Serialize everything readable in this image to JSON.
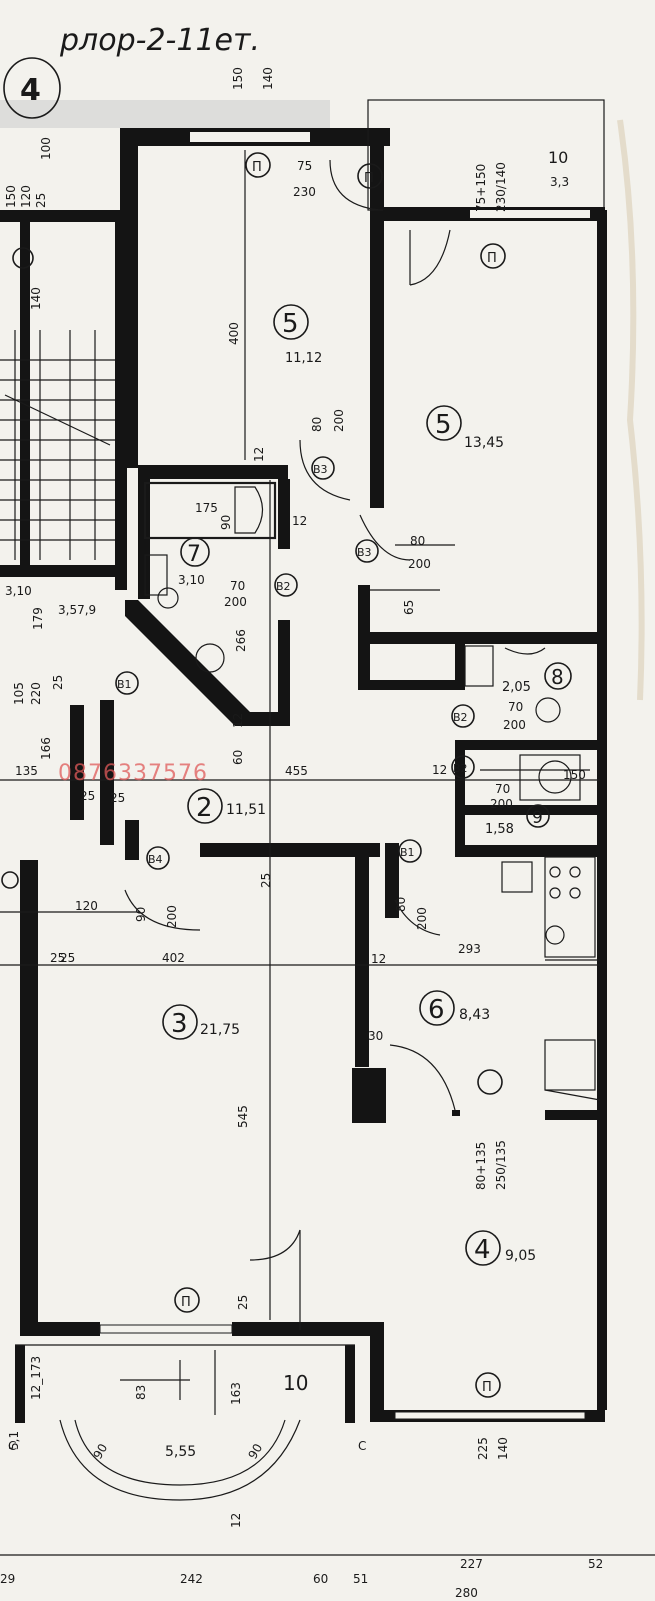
{
  "header": {
    "handwritten": "рлор-2-11ет.",
    "sheet_number": "4"
  },
  "watermark": "0876337576",
  "rooms": [
    {
      "id": "5",
      "area": "11,12"
    },
    {
      "id": "5",
      "area": "13,45"
    },
    {
      "id": "7",
      "area": "3,10"
    },
    {
      "id": "8",
      "area": "2,05"
    },
    {
      "id": "9",
      "area": "1,58"
    },
    {
      "id": "2",
      "area": "11,51"
    },
    {
      "id": "3",
      "area": "21,75"
    },
    {
      "id": "6",
      "area": "8,43"
    },
    {
      "id": "4",
      "area": "9,05"
    },
    {
      "id": "10",
      "area": "3,3"
    },
    {
      "id": "10",
      "area": "5,55"
    }
  ],
  "dimensions": {
    "window_top_a": "150",
    "window_top_b": "140",
    "door_balcony_a": "75",
    "door_balcony_b": "230",
    "door_r5b_a": "75+150",
    "door_r5b_b": "230/140",
    "d400": "400",
    "d12a": "12",
    "d80a": "80",
    "d200a": "200",
    "d12b": "12",
    "bath_len": "175",
    "bath_w": "90",
    "d80b": "80",
    "d200b": "200",
    "d70a": "70",
    "d200c": "200",
    "d266": "266",
    "d65": "65",
    "d12c": "12",
    "d60": "60",
    "d455": "455",
    "d12d": "12",
    "d70b": "70",
    "d200d": "200",
    "d150": "150",
    "d70c": "70",
    "d200e": "200",
    "d25a": "25",
    "d25b": "25",
    "d90a": "90",
    "d200f": "200",
    "d80c": "80",
    "d200g": "200",
    "d12e": "12",
    "d293": "293",
    "d120": "120",
    "d25c": "25",
    "d402": "402",
    "d30": "30",
    "d545": "545",
    "d80_135": "80+135",
    "d250_135": "250/135",
    "d25d": "25",
    "d163": "163",
    "d83": "83",
    "d90b": "90",
    "d90c": "90",
    "d225": "225",
    "d140": "140",
    "d12f": "12",
    "dC1": "C",
    "dC2": "C",
    "left_150": "150",
    "left_120": "120",
    "left_25": "25",
    "left_100": "100",
    "left_140": "140",
    "left_310": "3,10",
    "left_179": "179",
    "left_357": "3,57,9",
    "left_105": "105",
    "left_220": "220",
    "left_25b": "25",
    "left_166": "166",
    "left_135": "135",
    "left_25c": "25",
    "left_25d": "25",
    "left_173": "12_173",
    "left_51": "5,1",
    "bottom_242": "242",
    "bottom_60": "60",
    "bottom_51": "51",
    "bottom_227": "227",
    "bottom_52": "52",
    "bottom_280": "280",
    "bottom_29": "29"
  },
  "markers": {
    "window": "П",
    "door_B3": "В3",
    "door_B2": "В2",
    "door_B1": "В1",
    "door_B4": "В4"
  }
}
